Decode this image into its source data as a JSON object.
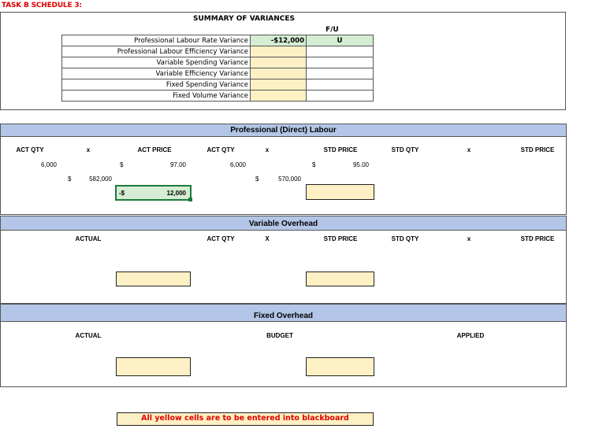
{
  "task_title": "TASK B SCHEDULE 3:",
  "summary": {
    "title": "SUMMARY OF VARIANCES",
    "fu_header": "F/U",
    "rows": [
      {
        "label": "Professional Labour Rate Variance",
        "amount": "-$12,000",
        "fu": "U"
      },
      {
        "label": "Professional Labour Efficiency Variance",
        "amount": "",
        "fu": ""
      },
      {
        "label": "Variable Spending Variance",
        "amount": "",
        "fu": ""
      },
      {
        "label": "Variable Efficiency Variance",
        "amount": "",
        "fu": ""
      },
      {
        "label": "Fixed Spending Variance",
        "amount": "",
        "fu": ""
      },
      {
        "label": "Fixed Volume Variance",
        "amount": "",
        "fu": ""
      }
    ]
  },
  "labour": {
    "title": "Professional (Direct) Labour",
    "headers": [
      "ACT QTY",
      "x",
      "ACT PRICE",
      "ACT QTY",
      "x",
      "STD PRICE",
      "STD QTY",
      "x",
      "STD PRICE"
    ],
    "act_qty_1": "6,000",
    "act_price": "97.00",
    "act_qty_2": "6,000",
    "std_price": "95.00",
    "dollar_sign": "$",
    "actual_total": "582,000",
    "std_total": "570,000",
    "variance_sign": "-$",
    "variance_value": "12,000"
  },
  "variable_overhead": {
    "title": "Variable Overhead",
    "headers": [
      "ACTUAL",
      "ACT QTY",
      "X",
      "STD PRICE",
      "STD QTY",
      "x",
      "STD PRICE"
    ]
  },
  "fixed_overhead": {
    "title": "Fixed Overhead",
    "headers": [
      "ACTUAL",
      "BUDGET",
      "APPLIED"
    ]
  },
  "note": "All yellow cells are to be entered into blackboard",
  "colors": {
    "title_red": "#e00000",
    "section_blue": "#b4c6e7",
    "input_yellow": "#fdf0c4",
    "filled_green": "#d4edd3"
  }
}
